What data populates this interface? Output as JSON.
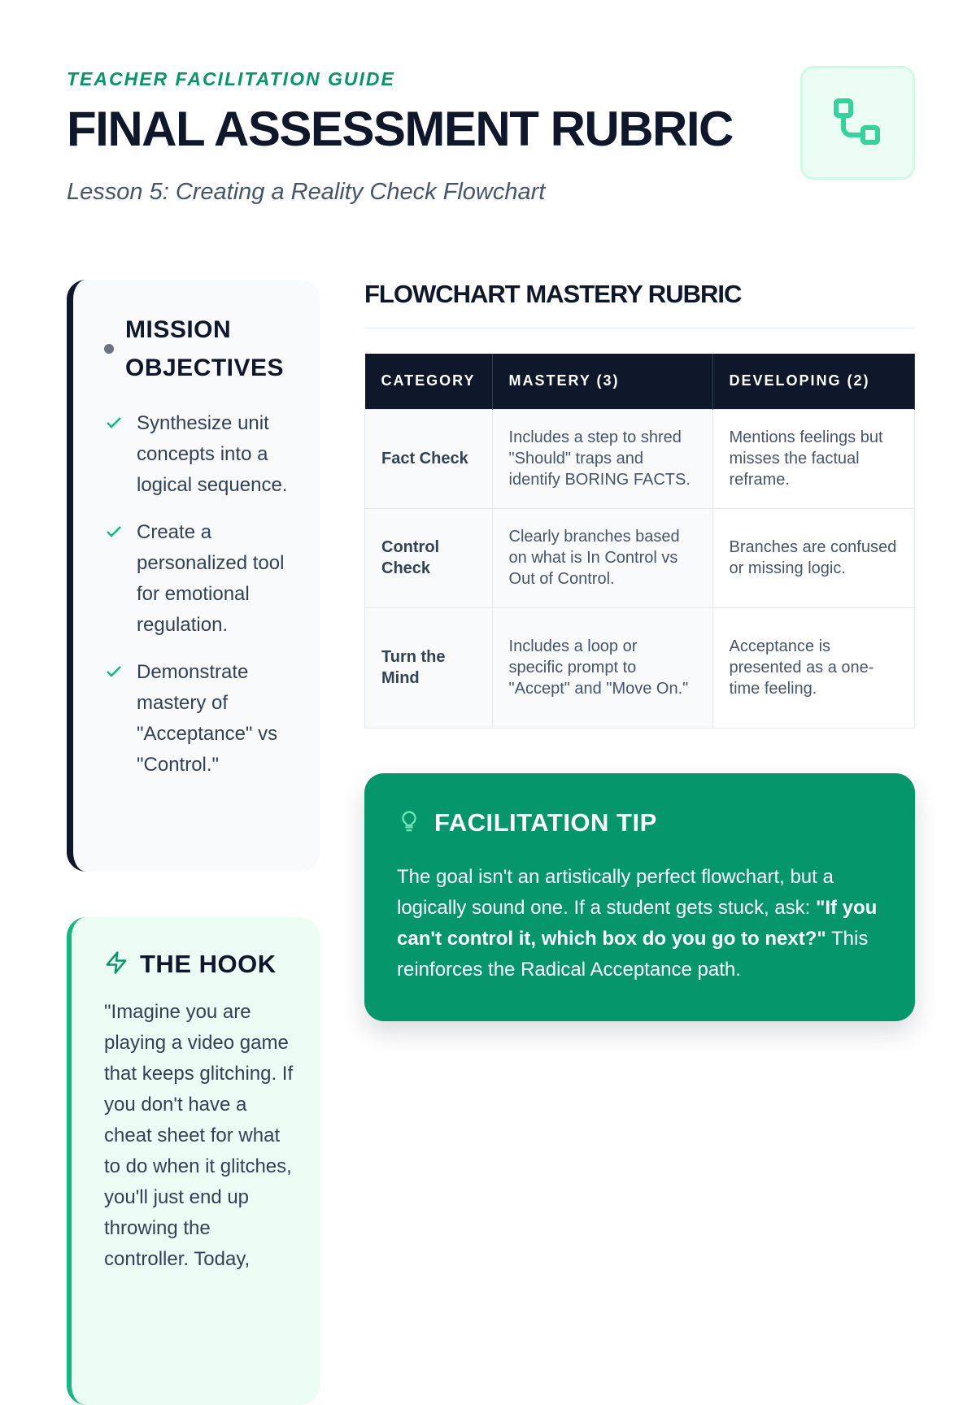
{
  "header": {
    "eyebrow": "TEACHER FACILITATION GUIDE",
    "title": "FINAL ASSESSMENT RUBRIC",
    "subtitle": "Lesson 5: Creating a Reality Check Flowchart",
    "icon": "flowchart-icon"
  },
  "objectives": {
    "title": "MISSION OBJECTIVES",
    "items": [
      "Synthesize unit concepts into a logical sequence.",
      "Create a personalized tool for emotional regulation.",
      "Demonstrate mastery of \"Acceptance\" vs \"Control.\""
    ]
  },
  "hook": {
    "title": "THE HOOK",
    "text": "\"Imagine you are playing a video game that keeps glitching. If you don't have a cheat sheet for what to do when it glitches, you'll just end up throwing the controller. Today,"
  },
  "rubric": {
    "title": "FLOWCHART MASTERY RUBRIC",
    "headers": [
      "CATEGORY",
      "MASTERY (3)",
      "DEVELOPING (2)"
    ],
    "rows": [
      {
        "category": "Fact Check",
        "mastery": "Includes a step to shred \"Should\" traps and identify BORING FACTS.",
        "developing": "Mentions feelings but misses the factual reframe."
      },
      {
        "category": "Control Check",
        "mastery": "Clearly branches based on what is In Control vs Out of Control.",
        "developing": "Branches are confused or missing logic."
      },
      {
        "category": "Turn the Mind",
        "mastery": "Includes a loop or specific prompt to \"Accept\" and \"Move On.\"",
        "developing": "Acceptance is presented as a one-time feeling."
      }
    ]
  },
  "tip": {
    "title": "FACILITATION TIP",
    "text_start": "The goal isn't an artistically perfect flowchart, but a logically sound one. If a student gets stuck, ask: ",
    "text_bold": "\"If you can't control it, which box do you go to next?\"",
    "text_end": " This reinforces the Radical Acceptance path."
  },
  "colors": {
    "accent": "#059669",
    "dark": "#0f172a",
    "mint": "#ecfdf5"
  }
}
